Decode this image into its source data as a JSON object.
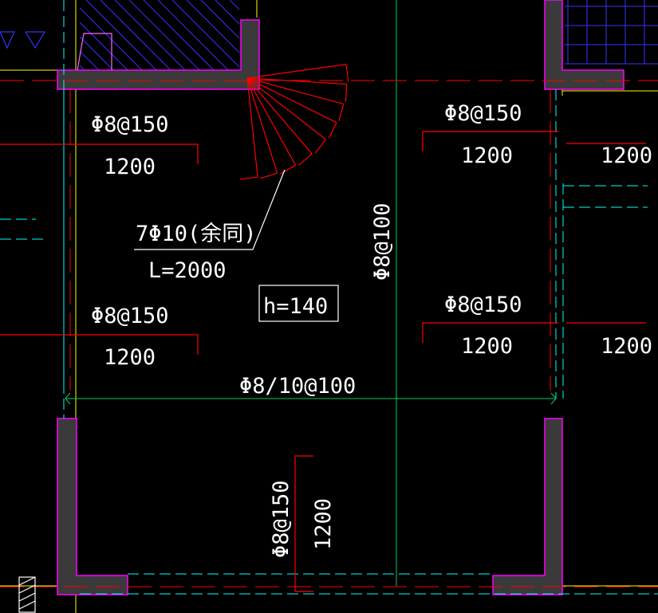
{
  "drawing": {
    "colors": {
      "background": "#000000",
      "wall_fill": "#3a3a3a",
      "wall_outline": "#ff00ff",
      "rebar": "#ff0000",
      "centerline": "#00ffff",
      "dimension": "#00cc66",
      "leader": "#ffffff",
      "hatch": "#3333ff",
      "grid": "#ffff00"
    },
    "labels": {
      "top_left_spec": "Φ8@150",
      "top_left_len": "1200",
      "top_right_spec": "Φ8@150",
      "top_right_len": "1200",
      "top_far_right_len": "1200",
      "bars_note": "7Φ10(余同)",
      "bars_length": "L=2000",
      "slab_thickness": "h=140",
      "vertical_spec": "Φ8@100",
      "mid_left_spec": "Φ8@150",
      "mid_left_len": "1200",
      "mid_right_spec": "Φ8@150",
      "mid_right_len": "1200",
      "mid_far_right_len": "1200",
      "horizontal_spec": "Φ8/10@100",
      "bottom_spec": "Φ8@150",
      "bottom_len": "1200"
    }
  }
}
